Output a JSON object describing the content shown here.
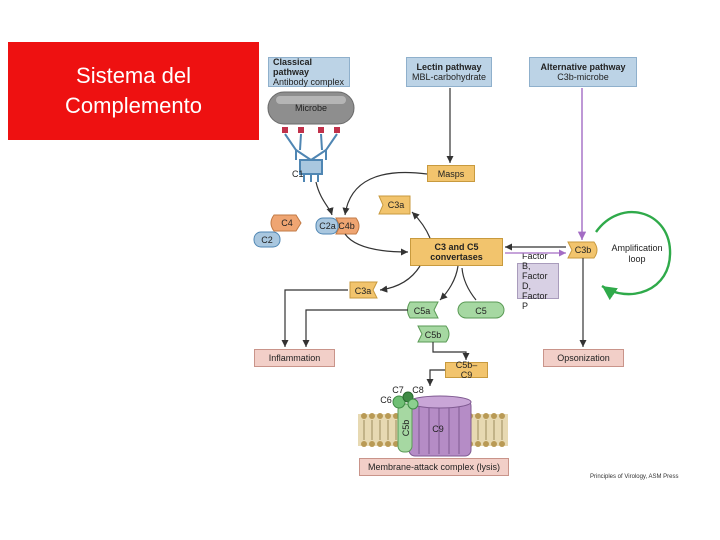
{
  "slide_title": "Sistema del\nComplemento",
  "pathways": {
    "classical": {
      "title": "Classical pathway",
      "sub": "Antibody complex"
    },
    "lectin": {
      "title": "Lectin pathway",
      "sub": "MBL-carbohydrate"
    },
    "alternative": {
      "title": "Alternative pathway",
      "sub": "C3b-microbe"
    }
  },
  "labels": {
    "microbe": "Microbe",
    "c1": "C1",
    "masps": "Masps",
    "c3a_top": "C3a",
    "c4": "C4",
    "c2a_c4b": "C2a C4b",
    "c2": "C2",
    "convertases_l1": "C3 and C5",
    "convertases_l2": "convertases",
    "c3b": "C3b",
    "amplification_l1": "Amplification",
    "amplification_l2": "loop",
    "factor_b": "Factor B,",
    "factor_d": "Factor D,",
    "factor_p": "Factor P",
    "c3a_left": "C3a",
    "c5a": "C5a",
    "c5": "C5",
    "c5b": "C5b",
    "inflammation": "Inflammation",
    "opsonization": "Opsonization",
    "c5b_c9": "C5b–C9",
    "c7": "C7",
    "c8": "C8",
    "c6": "C6",
    "c5b_mem": "C5b",
    "c9": "C9",
    "mac": "Membrane-attack complex (lysis)"
  },
  "credit": "Principles of Virology, ASM Press"
}
